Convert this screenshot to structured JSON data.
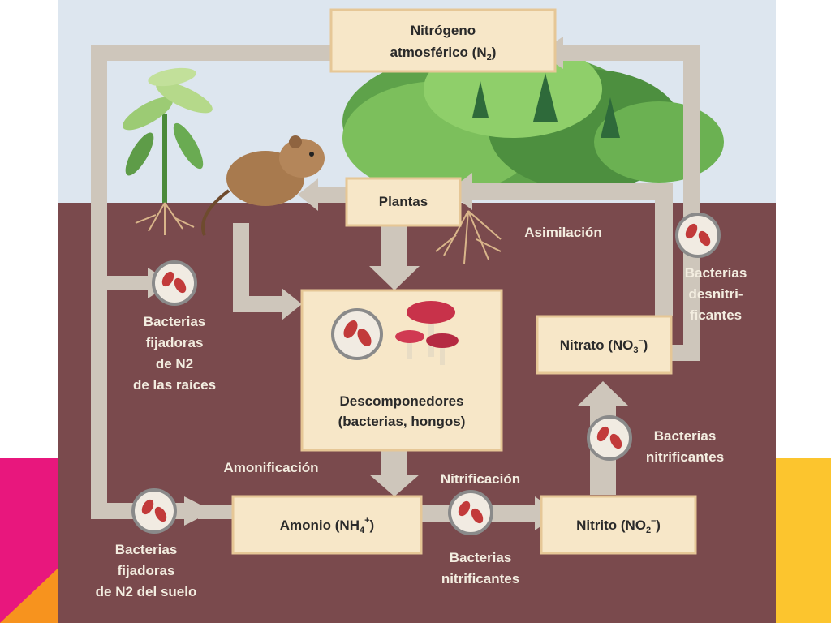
{
  "colors": {
    "sky": "#dde6ef",
    "soil": "#7a4a4d",
    "box_fill": "#f7e7c8",
    "box_stroke": "#e6c796",
    "arrow": "#cec6bb",
    "label_light": "#f3ede0",
    "accent_pink": "#e8177d",
    "accent_orange": "#f7931e",
    "accent_yellow": "#fcc52e"
  },
  "boxes": {
    "nitrogen_line1": "Nitrógeno",
    "nitrogen_line2": "atmosférico (N",
    "nitrogen_sub": "2",
    "nitrogen_close": ")",
    "plants": "Plantas",
    "decomposers_line1": "Descomponedores",
    "decomposers_line2": "(bacterias, hongos)",
    "ammonium": "Amonio (NH",
    "ammonium_sub": "4",
    "ammonium_sup": "+",
    "ammonium_close": ")",
    "nitrite": "Nitrito (NO",
    "nitrite_sub": "2",
    "nitrite_sup": "–",
    "nitrite_close": ")",
    "nitrate": "Nitrato (NO",
    "nitrate_sub": "3",
    "nitrate_sup": "–",
    "nitrate_close": ")"
  },
  "labels": {
    "assimilation": "Asimilación",
    "ammonification": "Amonificación",
    "nitrification": "Nitrificación",
    "root_bacteria": [
      "Bacterias",
      "fijadoras",
      "de N2",
      "de las raíces"
    ],
    "soil_bacteria": [
      "Bacterias",
      "fijadoras",
      "de N2 del suelo"
    ],
    "denitrifying": [
      "Bacterias",
      "desnitri-",
      "ficantes"
    ],
    "nitrifying_lower": [
      "Bacterias",
      "nitrificantes"
    ],
    "nitrifying_right": [
      "Bacterias",
      "nitrificantes"
    ]
  }
}
